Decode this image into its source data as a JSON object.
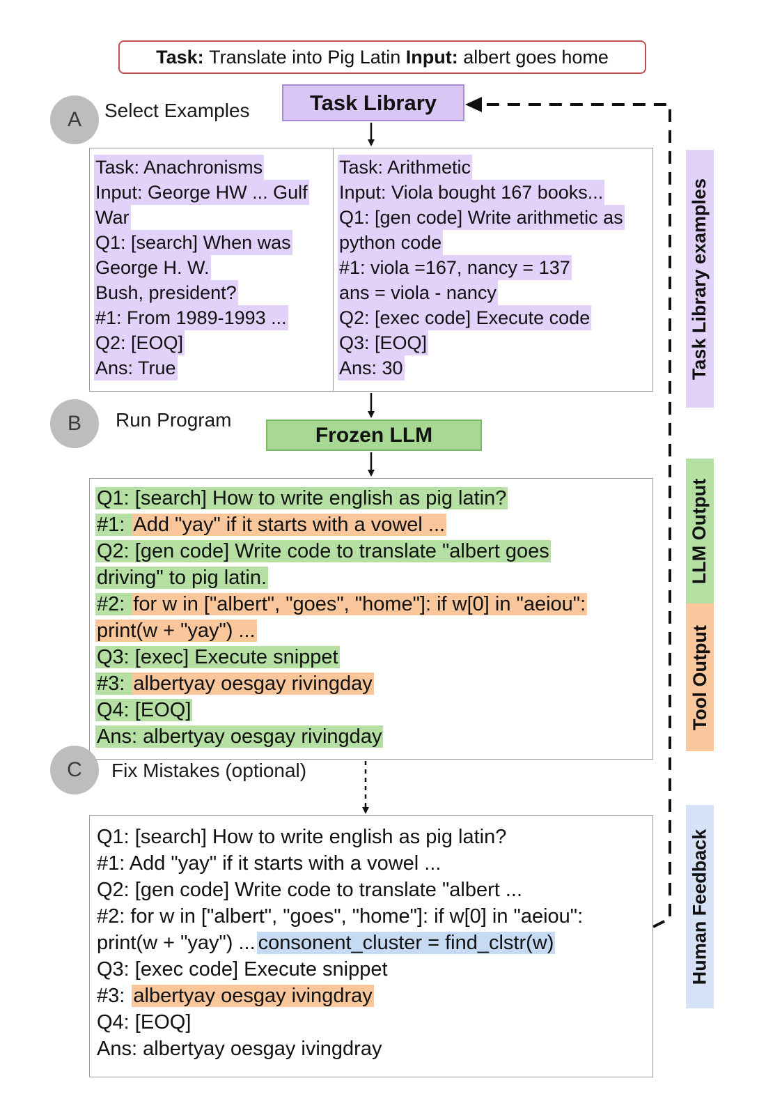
{
  "task_header": {
    "task_label": "Task:",
    "task_text": "Translate into Pig Latin",
    "input_label": "Input:",
    "input_text": "albert goes home"
  },
  "task_library": {
    "label": "Task Library"
  },
  "steps": {
    "a": {
      "letter": "A",
      "label": "Select Examples"
    },
    "b": {
      "letter": "B",
      "label": "Run Program"
    },
    "c": {
      "letter": "C",
      "label": "Fix Mistakes (optional)"
    }
  },
  "frozen_llm": {
    "label": "Frozen LLM"
  },
  "examples": {
    "left": [
      "Task: Anachronisms",
      "Input: George HW ... Gulf",
      "War",
      "Q1: [search] When was",
      "George H. W.",
      "Bush, president?",
      "#1: From 1989-1993 ...",
      "Q2: [EOQ]",
      "Ans: True"
    ],
    "right": [
      "Task: Arithmetic",
      "Input: Viola bought 167 books...",
      "Q1: [gen code] Write arithmetic as",
      "python code",
      "#1: viola =167, nancy = 137",
      "ans = viola - nancy",
      "Q2: [exec code] Execute code",
      "Q3: [EOQ]",
      "Ans: 30"
    ]
  },
  "run_program": [
    {
      "segments": [
        {
          "text": "Q1: [search] How to write english as pig latin?",
          "hl": "green"
        }
      ]
    },
    {
      "segments": [
        {
          "text": "#1: ",
          "hl": "green"
        },
        {
          "text": "Add \"yay\" if it starts with a vowel ...",
          "hl": "orange"
        }
      ]
    },
    {
      "segments": [
        {
          "text": "Q2: [gen code] Write code to translate \"albert goes",
          "hl": "green"
        }
      ]
    },
    {
      "segments": [
        {
          "text": "driving\" to pig latin.",
          "hl": "green"
        }
      ]
    },
    {
      "segments": [
        {
          "text": "#2: ",
          "hl": "green"
        },
        {
          "text": " for w in [\"albert\", \"goes\", \"home\"]: if w[0] in \"aeiou\":",
          "hl": "orange"
        }
      ]
    },
    {
      "segments": [
        {
          "text": "print(w + \"yay\") ...",
          "hl": "orange"
        }
      ]
    },
    {
      "segments": [
        {
          "text": "Q3: [exec] Execute snippet",
          "hl": "green"
        }
      ]
    },
    {
      "segments": [
        {
          "text": "#3: ",
          "hl": "green"
        },
        {
          "text": "albertyay oesgay rivingday",
          "hl": "orange"
        }
      ]
    },
    {
      "segments": [
        {
          "text": "Q4: [EOQ]",
          "hl": "green"
        }
      ]
    },
    {
      "segments": [
        {
          "text": "Ans: albertyay oesgay rivingday",
          "hl": "green"
        }
      ]
    }
  ],
  "fix_mistakes": [
    {
      "segments": [
        {
          "text": "Q1: [search] How to write english as pig latin?",
          "hl": ""
        }
      ]
    },
    {
      "segments": [
        {
          "text": "#1: Add \"yay\" if it starts with a vowel ...",
          "hl": ""
        }
      ]
    },
    {
      "segments": [
        {
          "text": "Q2: [gen code] Write code to translate \"albert ...",
          "hl": ""
        }
      ]
    },
    {
      "segments": [
        {
          "text": "#2:  for w in [\"albert\", \"goes\", \"home\"]: if w[0] in \"aeiou\":",
          "hl": ""
        }
      ]
    },
    {
      "segments": [
        {
          "text": "print(w + \"yay\") ...",
          "hl": ""
        },
        {
          "text": "consonent_cluster = find_clstr(w)",
          "hl": "blue"
        }
      ]
    },
    {
      "segments": [
        {
          "text": "Q3: [exec code] Execute snippet",
          "hl": ""
        }
      ]
    },
    {
      "segments": [
        {
          "text": "#3: ",
          "hl": ""
        },
        {
          "text": "albertyay oesgay ivingdray",
          "hl": "orange"
        }
      ]
    },
    {
      "segments": [
        {
          "text": "Q4: [EOQ]",
          "hl": ""
        }
      ]
    },
    {
      "segments": [
        {
          "text": "Ans: albertyay oesgay ivingdray",
          "hl": ""
        }
      ]
    }
  ],
  "side_labels": {
    "task_library_examples": "Task Library examples",
    "llm_output": "LLM Output",
    "tool_output": "Tool Output",
    "human_feedback": "Human Feedback"
  },
  "colors": {
    "task_library_fill": "#d9c6f4",
    "frozen_llm_fill": "#a7d994",
    "llm_highlight": "#b6e0a3",
    "tool_highlight": "#f9c79b",
    "feedback_highlight": "#c6daf4",
    "task_border": "#c0504d"
  }
}
